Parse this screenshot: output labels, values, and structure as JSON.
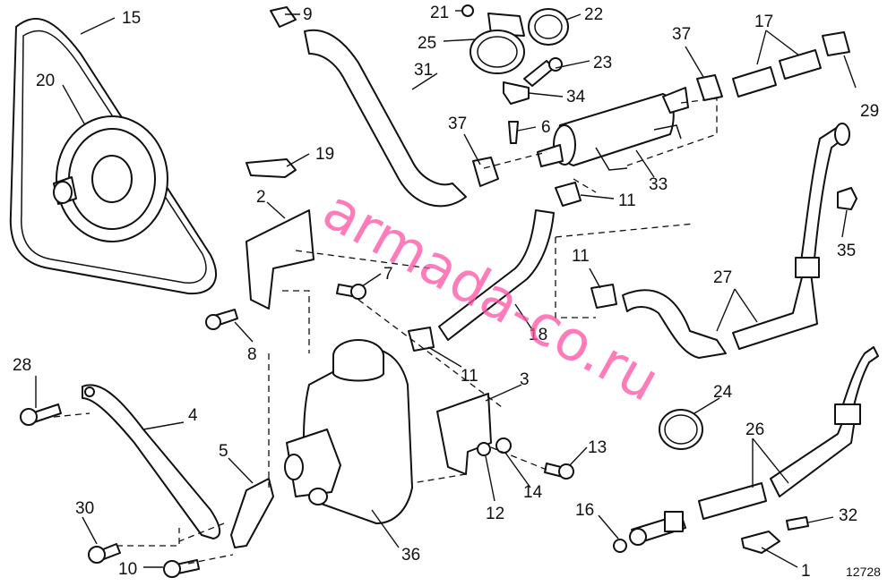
{
  "figure_number": "12728",
  "watermark": "armada-co.ru",
  "callouts": {
    "c1": "1",
    "c2": "2",
    "c3": "3",
    "c4": "4",
    "c5": "5",
    "c6": "6",
    "c7": "7",
    "c8": "8",
    "c9": "9",
    "c10": "10",
    "c11a": "11",
    "c11b": "11",
    "c11c": "11",
    "c12": "12",
    "c13": "13",
    "c14": "14",
    "c15": "15",
    "c16": "16",
    "c17": "17",
    "c18": "18",
    "c19": "19",
    "c20": "20",
    "c21": "21",
    "c22": "22",
    "c23": "23",
    "c24": "24",
    "c25": "25",
    "c26": "26",
    "c27": "27",
    "c28": "28",
    "c29": "29",
    "c30": "30",
    "c31": "31",
    "c32": "32",
    "c33": "33",
    "c34": "34",
    "c35": "35",
    "c36": "36",
    "c37a": "37",
    "c37b": "37"
  }
}
